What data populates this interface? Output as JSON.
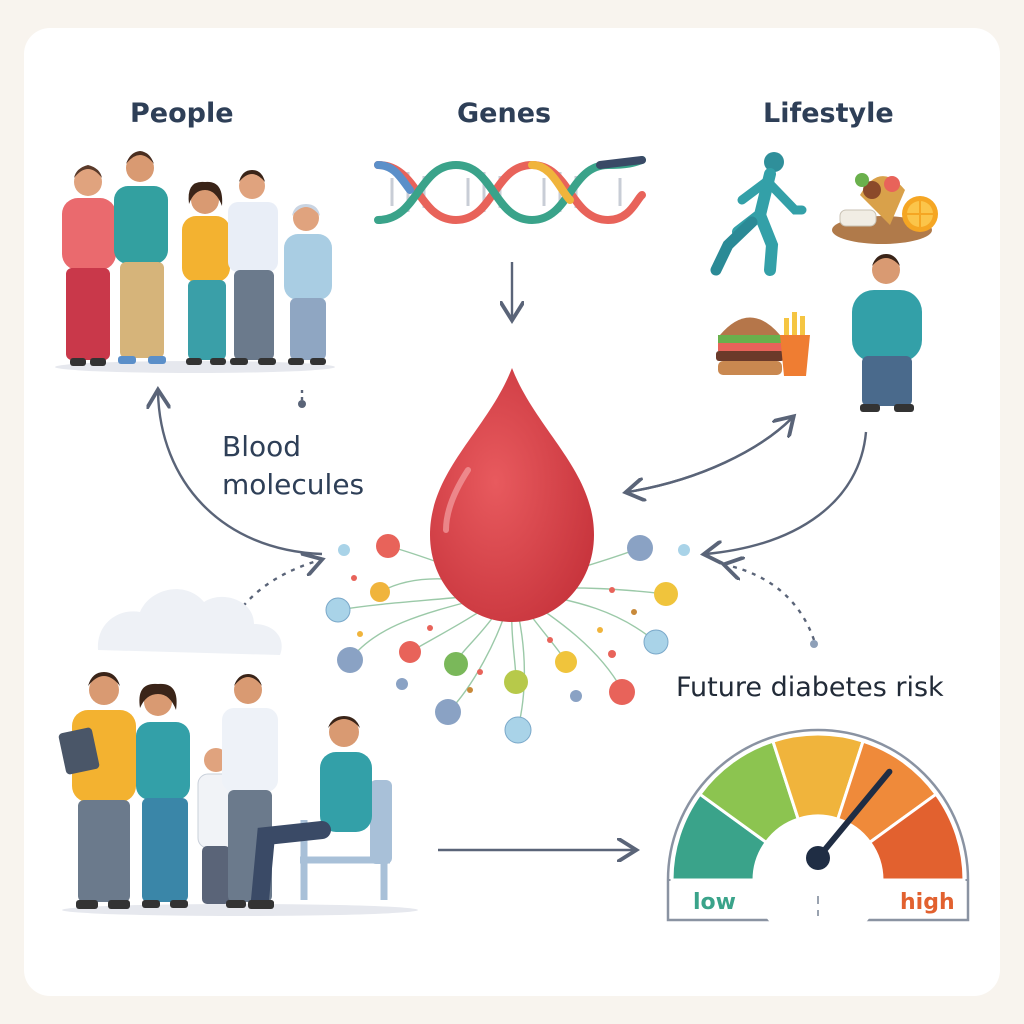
{
  "labels": {
    "people": "People",
    "genes": "Genes",
    "lifestyle": "Lifestyle",
    "blood_line1": "Blood",
    "blood_line2": "molecules",
    "risk": "Future diabetes risk",
    "low": "low",
    "high": "high"
  },
  "gauge": {
    "level": 0.72
  },
  "colors": {
    "drop": "#d8444a",
    "dna": [
      "#e8635a",
      "#f0b43c",
      "#3aa38a",
      "#5b8fc9"
    ],
    "gauge_segments": [
      "#3aa38a",
      "#8cc450",
      "#f0b43c",
      "#ef8a3a",
      "#e2612f"
    ],
    "arrow": "#5a6478"
  },
  "icons": [
    "people-group-icon",
    "dna-helix-icon",
    "runner-icon",
    "healthy-food-icon",
    "burger-icon",
    "fries-icon",
    "person-icon",
    "blood-drop-icon",
    "molecule-icon",
    "cloud-icon",
    "clinic-group-icon",
    "gauge-icon"
  ]
}
